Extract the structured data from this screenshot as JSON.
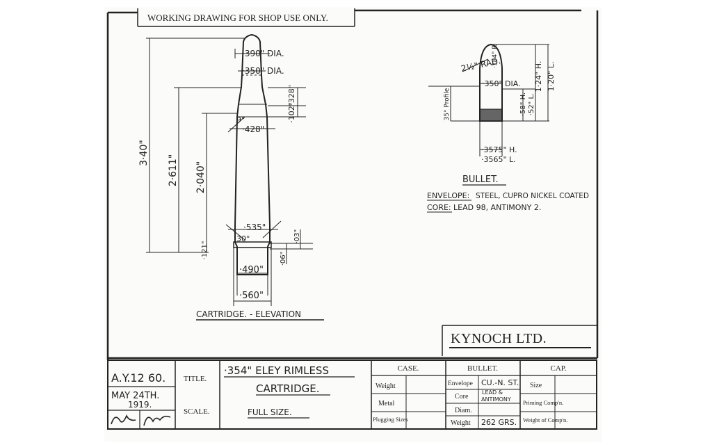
{
  "header": {
    "note": "WORKING DRAWING FOR SHOP USE ONLY."
  },
  "cartridge": {
    "caption": "CARTRIDGE. - ELEVATION",
    "dims": {
      "overall_length": "3·40\"",
      "len_2611": "2·611\"",
      "len_2040": "2·040\"",
      "rim_thickness": "·121\"",
      "neck_len": "·328\"",
      "shoulder_len": "·102\"",
      "rim_offset": "·03\"",
      "groove": "·06\"",
      "d_390": "·390\" DIA.",
      "d_350": "·350\" DIA.",
      "d_428": "·428\"",
      "d_535": "·535\"",
      "d_490": "·490\"",
      "d_560": "·560\"",
      "angle_9": "9°",
      "angle_30": "30°"
    }
  },
  "bullet": {
    "title": "BULLET.",
    "dims": {
      "tip_r": "·184\" R.",
      "ogive_r": "2½\" RAD.",
      "dia": "·350\" DIA.",
      "len_124": "1·24\" H.",
      "len_120": "1·20\" L.",
      "len_58": "·58\" H.",
      "len_52": "·52\" L.",
      "angle": "35° Profile",
      "base_h": "·3575\" H.",
      "base_l": "·3565\" L."
    },
    "envelope_label": "ENVELOPE:",
    "envelope_value": "STEEL, CUPRO NICKEL COATED",
    "core_label": "CORE:",
    "core_value": "LEAD 98, ANTIMONY 2."
  },
  "company": "KYNOCH LTD.",
  "title_block": {
    "drawing_no": "A.Y.12 60.",
    "date_line1": "MAY 24TH.",
    "date_line2": "1919.",
    "title_label": "TITLE.",
    "scale_label": "SCALE.",
    "title_line1": "·354\" ELEY RIMLESS",
    "title_line2": "CARTRIDGE.",
    "scale_value": "FULL SIZE.",
    "case": {
      "heading": "CASE.",
      "weight": "Weight",
      "metal": "Metal",
      "plugging": "Plugging Sizes"
    },
    "bullet": {
      "heading": "BULLET.",
      "envelope_label": "Envelope",
      "envelope_value": "CU.-N. ST.",
      "core_label": "Core",
      "core_value_1": "LEAD &",
      "core_value_2": "ANTIMONY",
      "diam_label": "Diam.",
      "weight_label": "Weight",
      "weight_value": "262 GRS."
    },
    "cap": {
      "heading": "CAP.",
      "size": "Size",
      "priming": "Priming Comp'n.",
      "weight_of": "Weight of Comp'n."
    }
  }
}
